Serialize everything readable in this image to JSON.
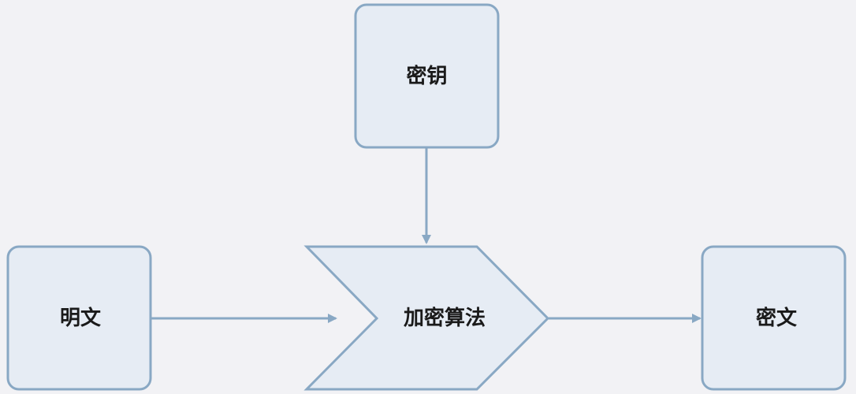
{
  "diagram": {
    "nodes": {
      "key": {
        "label": "密钥"
      },
      "plaintext": {
        "label": "明文"
      },
      "algorithm": {
        "label": "加密算法"
      },
      "ciphertext": {
        "label": "密文"
      }
    },
    "edges": [
      {
        "from": "key",
        "to": "algorithm"
      },
      {
        "from": "plaintext",
        "to": "algorithm"
      },
      {
        "from": "algorithm",
        "to": "ciphertext"
      }
    ]
  },
  "colors": {
    "background": "#f2f2f5",
    "node_fill": "#e6ecf4",
    "node_stroke": "#89a8c4",
    "edge": "#89a8c4",
    "text": "#1a1a1a"
  }
}
